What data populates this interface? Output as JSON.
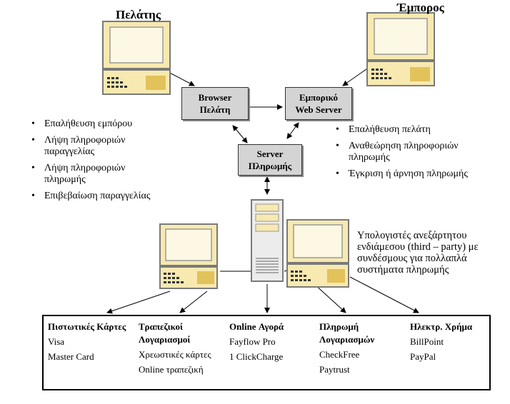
{
  "client": {
    "title": "Πελάτης"
  },
  "merchant": {
    "title": "Έμπορος"
  },
  "boxes": {
    "browser": [
      "Browser",
      "Πελάτη"
    ],
    "web_server": [
      "Εμπορικό",
      "Web Server"
    ],
    "payment_server": [
      "Server",
      "Πληρωμής"
    ]
  },
  "client_tasks": [
    "Επαλήθευση εμπόρου",
    "Λήψη πληροφοριών παραγγελίας",
    "Λήψη πληροφοριών πληρωμής",
    "Επιβεβαίωση παραγγελίας"
  ],
  "merchant_tasks": [
    "Επαλήθευση πελάτη",
    "Αναθεώρηση πληροφοριών πληρωμής",
    "Έγκριση ή άρνηση πληρωμής"
  ],
  "third_party_note": "Υπολογιστές ανεξάρτητου ενδιάμεσου (third – party) με συνδέσμους για πολλαπλά συστήματα πληρωμής",
  "payment_systems": [
    {
      "header": "Πιστωτικές Κάρτες",
      "items": [
        "Visa",
        "Master Card"
      ]
    },
    {
      "header": "Τραπεζικοί Λογαριασμοί",
      "items": [
        "Χρεωστικές κάρτες",
        "Online τραπεζική"
      ]
    },
    {
      "header": "Online Αγορά",
      "items": [
        "Fayflow Pro",
        "1 ClickCharge"
      ]
    },
    {
      "header": "Πληρωμή Λογαριασμών",
      "items": [
        "CheckFree",
        "Paytrust"
      ]
    },
    {
      "header": "Ηλεκτρ. Χρήμα",
      "items": [
        "BillPoint",
        "PayPal"
      ]
    }
  ],
  "colors": {
    "box_fill": "#d4d4d4",
    "monitor_fill": "#f7e9b0",
    "monitor_accent": "#e2c25a"
  }
}
